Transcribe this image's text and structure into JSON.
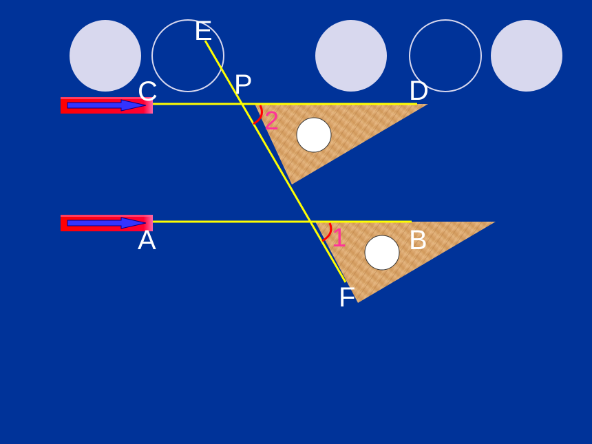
{
  "colors": {
    "background": "#003399",
    "line": "#ffff00",
    "label": "#ffffff",
    "angle_label": "#ff3399",
    "angle_arc": "#ff0000",
    "wood": "#d9a56a",
    "circle_fill": "#d8d8ee",
    "arrow_body": "#ff0000",
    "arrow_inner": "#3333ff"
  },
  "labels": {
    "E": "E",
    "P": "P",
    "C": "C",
    "D": "D",
    "A": "A",
    "B": "B",
    "F": "F"
  },
  "angles": {
    "angle1": "1",
    "angle2": "2"
  }
}
